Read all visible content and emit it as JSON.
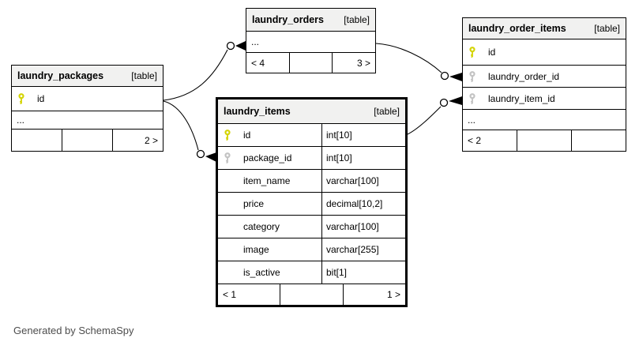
{
  "diagram": {
    "footer_note": "Generated by SchemaSpy",
    "ellipsis": "..."
  },
  "colors": {
    "header_bg": "#f1f1f0",
    "table_border": "#000000",
    "primary_key_icon": "#d4d404",
    "foreign_key_icon": "#c3c3c3",
    "footer_note_text": "#4d4d4d",
    "background": "#ffffff"
  },
  "tables": {
    "laundry_packages": {
      "title": "laundry_packages",
      "badge": "[table]",
      "columns": [
        {
          "name": "id",
          "key": "primary"
        }
      ],
      "ellipsis": "...",
      "footer": {
        "left": "",
        "center": "",
        "right": "2 >"
      }
    },
    "laundry_orders": {
      "title": "laundry_orders",
      "badge": "[table]",
      "columns": [],
      "ellipsis": "...",
      "footer": {
        "left": "< 4",
        "center": "",
        "right": "3 >"
      }
    },
    "laundry_order_items": {
      "title": "laundry_order_items",
      "badge": "[table]",
      "columns": [
        {
          "name": "id",
          "key": "primary"
        },
        {
          "name": "laundry_order_id",
          "key": "foreign"
        },
        {
          "name": "laundry_item_id",
          "key": "foreign"
        }
      ],
      "ellipsis": "...",
      "footer": {
        "left": "< 2",
        "center": "",
        "right": ""
      }
    },
    "laundry_items": {
      "title": "laundry_items",
      "badge": "[table]",
      "columns": [
        {
          "name": "id",
          "type": "int[10]",
          "key": "primary"
        },
        {
          "name": "package_id",
          "type": "int[10]",
          "key": "foreign"
        },
        {
          "name": "item_name",
          "type": "varchar[100]"
        },
        {
          "name": "price",
          "type": "decimal[10,2]"
        },
        {
          "name": "category",
          "type": "varchar[100]"
        },
        {
          "name": "image",
          "type": "varchar[255]"
        },
        {
          "name": "is_active",
          "type": "bit[1]"
        }
      ],
      "ellipsis": "...",
      "footer": {
        "left": "< 1",
        "center": "",
        "right": "1 >"
      }
    }
  },
  "relationships": [
    {
      "from": "laundry_packages.id",
      "to": "laundry_orders"
    },
    {
      "from": "laundry_packages.id",
      "to": "laundry_items.package_id"
    },
    {
      "from": "laundry_orders",
      "to": "laundry_order_items.laundry_order_id"
    },
    {
      "from": "laundry_items.id",
      "to": "laundry_order_items.laundry_item_id"
    }
  ]
}
